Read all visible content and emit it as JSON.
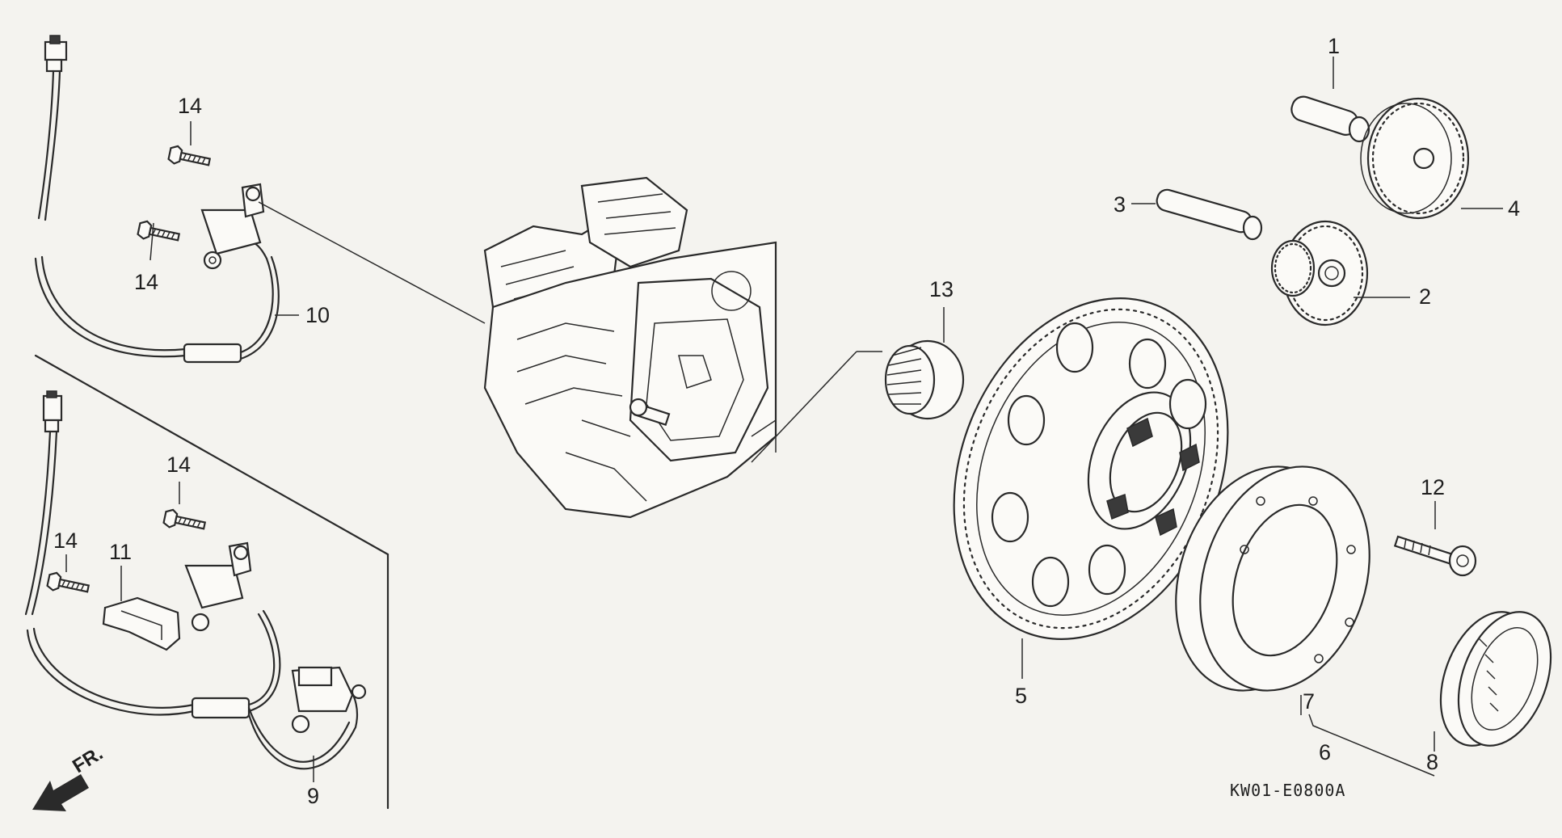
{
  "diagram": {
    "part_code": "KW01-E0800A",
    "direction_label": "FR.",
    "callouts": {
      "c1": "1",
      "c2": "2",
      "c3": "3",
      "c4": "4",
      "c5": "5",
      "c6": "6",
      "c7": "7",
      "c8": "8",
      "c9": "9",
      "c10": "10",
      "c11": "11",
      "c12": "12",
      "c13": "13",
      "c14a": "14",
      "c14b": "14",
      "c14c": "14",
      "c14d": "14"
    }
  }
}
